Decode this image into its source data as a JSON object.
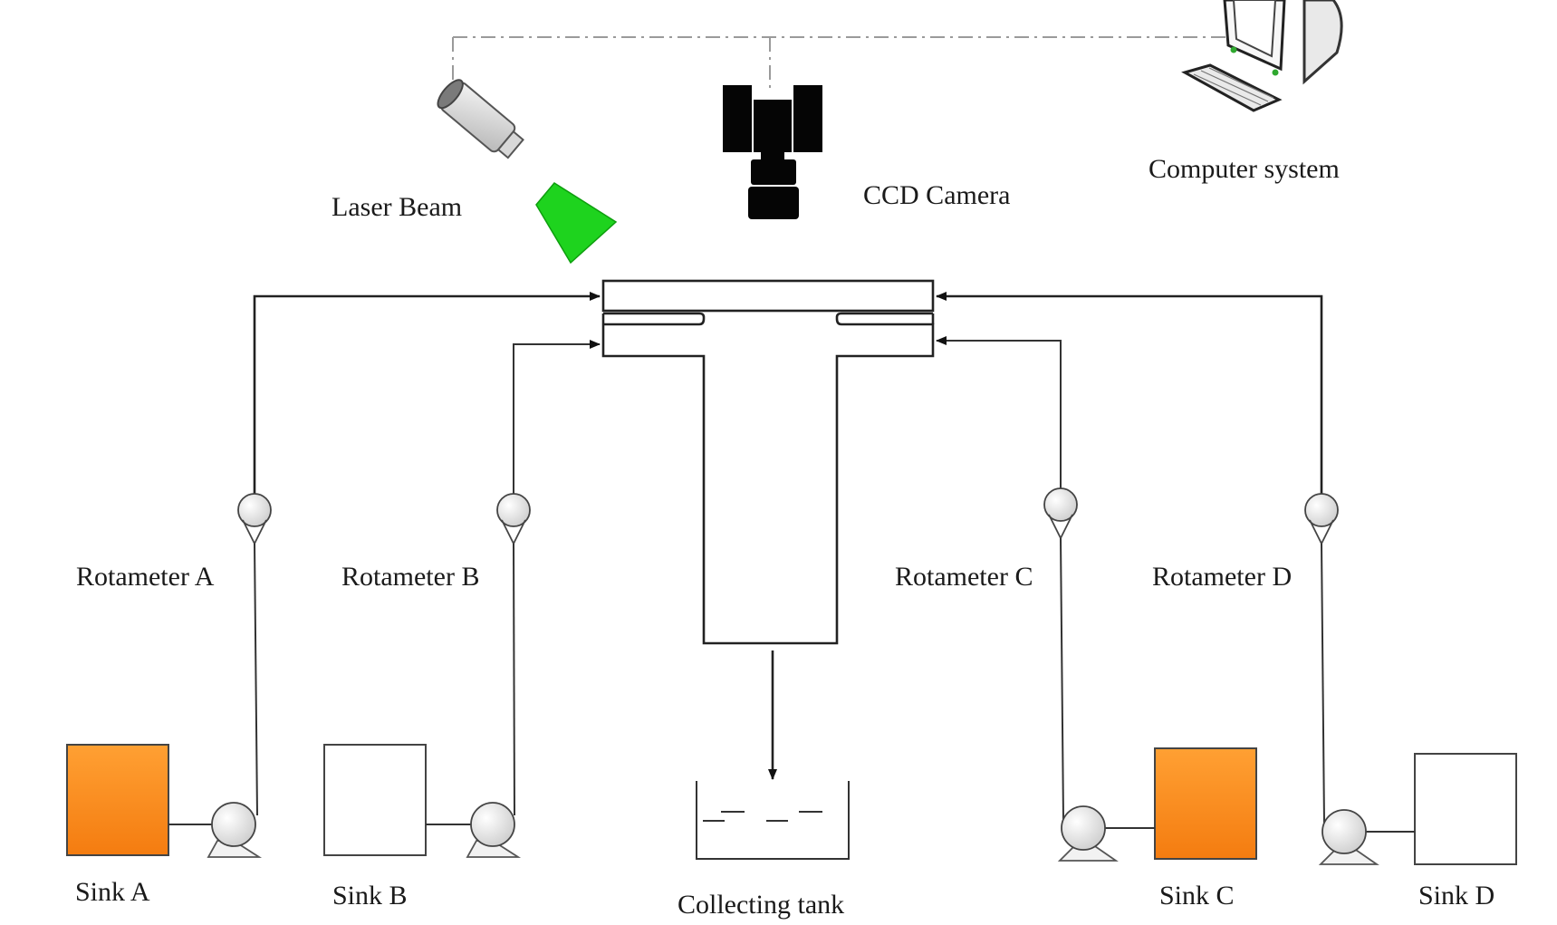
{
  "labels": {
    "laser": "Laser Beam",
    "camera": "CCD Camera",
    "computer": "Computer system",
    "rotameter_a": "Rotameter A",
    "rotameter_b": "Rotameter B",
    "rotameter_c": "Rotameter C",
    "rotameter_d": "Rotameter D",
    "sink_a": "Sink A",
    "sink_b": "Sink B",
    "sink_c": "Sink C",
    "sink_d": "Sink D",
    "tank": "Collecting tank"
  },
  "colors": {
    "laser_beam": "#1ed31e",
    "sink_filled": "#f7861c",
    "sink_empty": "#ffffff",
    "line": "#222222",
    "signal_line": "#9a9a9a"
  },
  "icons": [
    "laser-emitter-icon",
    "ccd-camera-icon",
    "computer-icon",
    "rotameter-icon",
    "pump-icon",
    "tank-icon"
  ]
}
